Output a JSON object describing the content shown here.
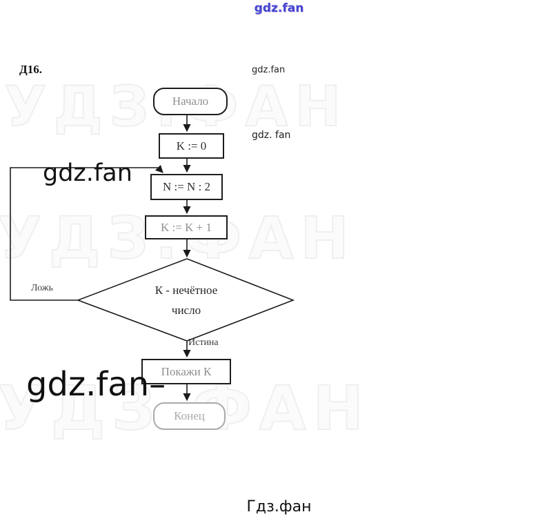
{
  "watermarks": {
    "top": "gdz.fan",
    "small_1": "gdz.fan",
    "small_2": "gdz. fan",
    "side": "gdz.fan",
    "big": "gdz.fan–",
    "ghost": "УДЗ.ФАН",
    "footer": "Гдз.фан"
  },
  "problem": {
    "label": "Д16."
  },
  "flowchart": {
    "start_label": "Начало",
    "init_label": "K := 0",
    "divide_label": "N := N : 2",
    "increment_label": "K := K + 1",
    "decision_line1": "К - нечётное",
    "decision_line2": "число",
    "branch_false": "Ложь",
    "branch_true": "Истина",
    "output_label": "Покажи К",
    "end_label": "Конец"
  },
  "colors": {
    "top_watermark_blue": "#4245d0",
    "line_black": "#1a1a1a",
    "faded_gray": "#8f8f8f"
  }
}
